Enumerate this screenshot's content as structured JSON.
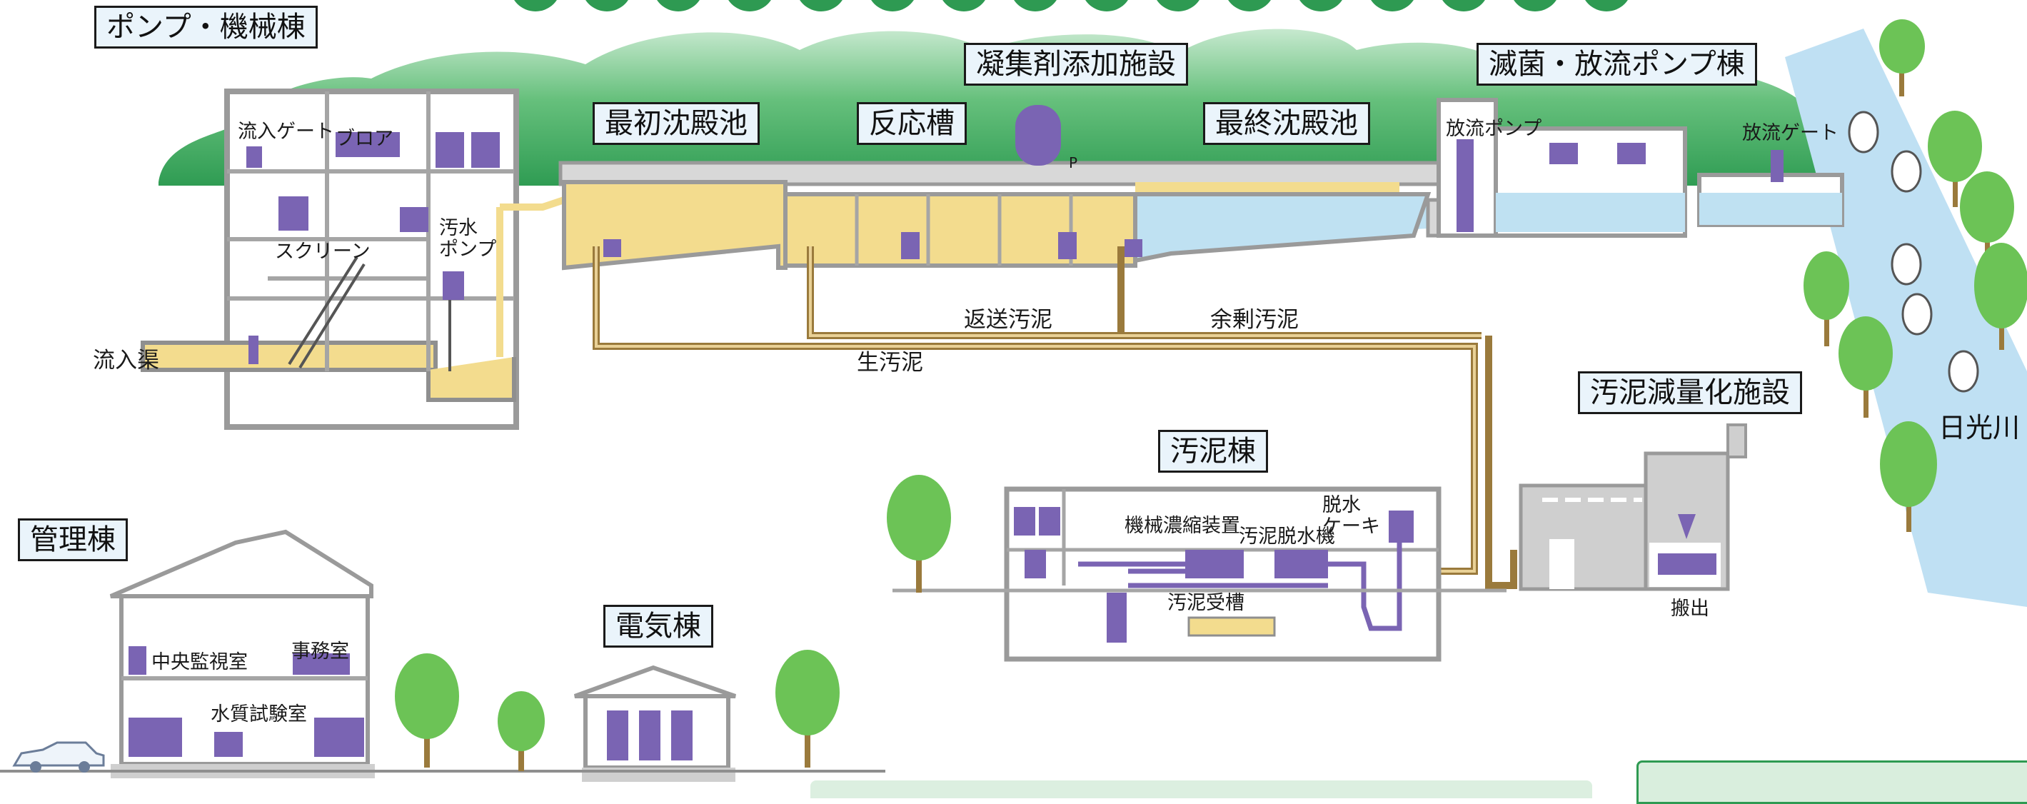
{
  "facilities": {
    "pump_building": "ポンプ・機械棟",
    "coagulant": "凝集剤添加施設",
    "disinfection_pump": "滅菌・放流ポンプ棟",
    "primary_settling": "最初沈殿池",
    "reaction_tank": "反応槽",
    "final_settling": "最終沈殿池",
    "sludge_reduction": "汚泥減量化施設",
    "sludge_building": "汚泥棟",
    "admin_building": "管理棟",
    "electric_building": "電気棟"
  },
  "labels": {
    "inflow_gate": "流入ゲート",
    "blower": "ブロア",
    "screen": "スクリーン",
    "sewage_pump": "汚水\nポンプ",
    "inflow_channel": "流入渠",
    "discharge_pump": "放流ポンプ",
    "discharge_gate": "放流ゲート",
    "return_sludge": "返送汚泥",
    "excess_sludge": "余剰汚泥",
    "raw_sludge": "生汚泥",
    "mech_thickener": "機械濃縮装置",
    "sludge_dewaterer": "汚泥脱水機",
    "dewatered_cake": "脱水\nケーキ",
    "sludge_tank": "汚泥受槽",
    "carry_out": "搬出",
    "central_monitoring": "中央監視室",
    "office": "事務室",
    "water_lab": "水質試験室",
    "river": "日光川",
    "p_mark": "P"
  },
  "colors": {
    "sewage": "#f3dc8e",
    "treated_water": "#bfe1f2",
    "sludge_pipe": "#9a7a3c",
    "equipment": "#7a64b3",
    "hill_green": "#4fb36b",
    "wall_gray": "#cfcfcf",
    "label_bg": "#eaf4fb"
  }
}
